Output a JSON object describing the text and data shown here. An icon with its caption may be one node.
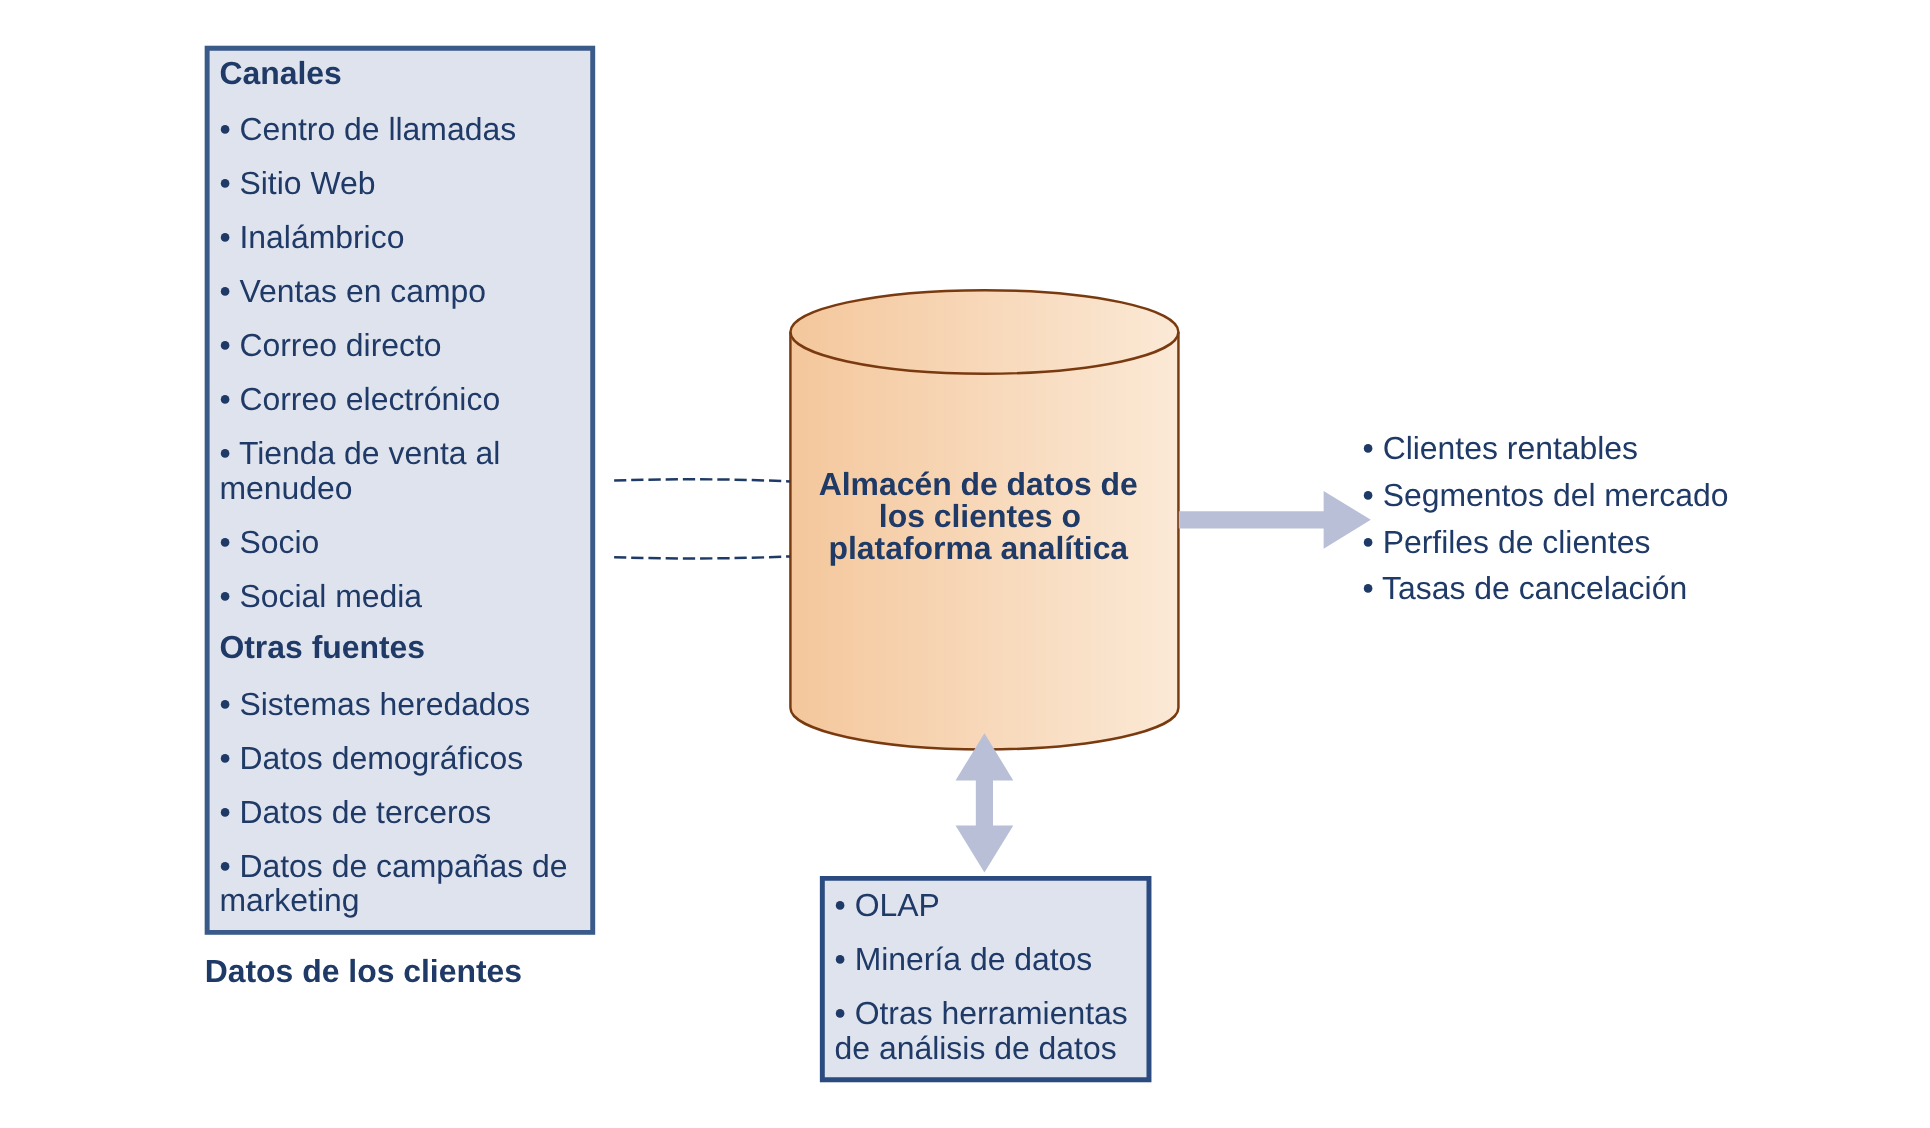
{
  "diagram": {
    "nodes": [
      {
        "text": [
          "Canales",
          "• Centro de llamadas",
          "• Sitio Web",
          "• Inalámbrico",
          "• Ventas en campo",
          "• Correo directo",
          "• Correo electrónico",
          "• Tienda de venta al menudeo",
          "• Socio",
          "• Social media",
          "Otras fuentes",
          "• Sistemas heredados",
          "• Datos demográficos",
          "• Datos de terceros",
          "• Datos de campañas de marketing"
        ],
        "beside": [
          "Datos de los clientes"
        ]
      },
      {
        "text": [
          "Almacén de datos de los clientes o plataforma analítica"
        ]
      },
      {
        "text": [
          "• Clientes rentables",
          "• Segmentos del mercado",
          "• Perfiles de clientes",
          "• Tasas de cancelación"
        ]
      },
      {
        "text": [
          "• OLAP",
          "• Minería de datos",
          "• Otras herramientas de análisis de datos"
        ]
      }
    ],
    "edges": [
      {
        "from": 0,
        "to": 1,
        "arrow": "none",
        "style": "dashed",
        "color": "#1f3a66"
      },
      {
        "from": 0,
        "to": 1,
        "arrow": "none",
        "style": "dashed",
        "color": "#1f3a66"
      },
      {
        "from": 1,
        "to": 2,
        "arrow": "to",
        "style": "thick",
        "color": "#b8bfd6"
      },
      {
        "from": 1,
        "to": 3,
        "arrow": "both",
        "style": "thick",
        "color": "#b8bfd6"
      }
    ]
  }
}
